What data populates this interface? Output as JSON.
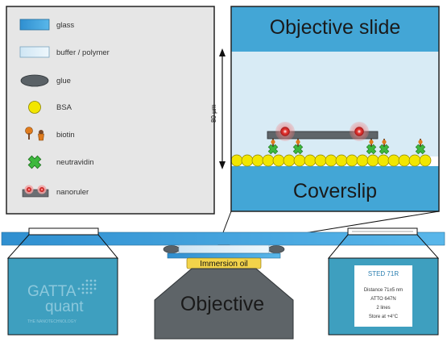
{
  "legend": {
    "items": [
      {
        "icon": "glass-swatch",
        "label": "glass"
      },
      {
        "icon": "buffer-swatch",
        "label": "buffer / polymer"
      },
      {
        "icon": "glue-ellipse",
        "label": "glue"
      },
      {
        "icon": "bsa-circle",
        "label": "BSA"
      },
      {
        "icon": "biotin-icon",
        "label": "biotin"
      },
      {
        "icon": "neutravidin-icon",
        "label": "neutravidin"
      },
      {
        "icon": "nanoruler-icon",
        "label": "nanoruler"
      }
    ]
  },
  "zoom": {
    "top_label": "Objective slide",
    "bottom_label": "Coverslip",
    "scale_label": "80 µm"
  },
  "setup": {
    "immersion_label": "Immersion oil",
    "objective_label": "Objective"
  },
  "left_box": {
    "brand_line1": "GATTA",
    "brand_line2": "quant",
    "tagline": "THE NANOTECHNOLOGY"
  },
  "right_box": {
    "title": "STED 71R",
    "lines": [
      "Distance 71±5 nm",
      "ATTO 647N",
      "2 lines",
      "Store at +4°C"
    ]
  },
  "colors": {
    "glass": "#3a9fd8",
    "buffer": "#d9ecf6",
    "bsa": "#f2e600",
    "neutravidin": "#3db83d",
    "biotin": "#e07b1c",
    "dye": "#e53935",
    "box_teal": "#3e9fbf",
    "objective": "#5e6468",
    "oil": "#f2d34a"
  }
}
